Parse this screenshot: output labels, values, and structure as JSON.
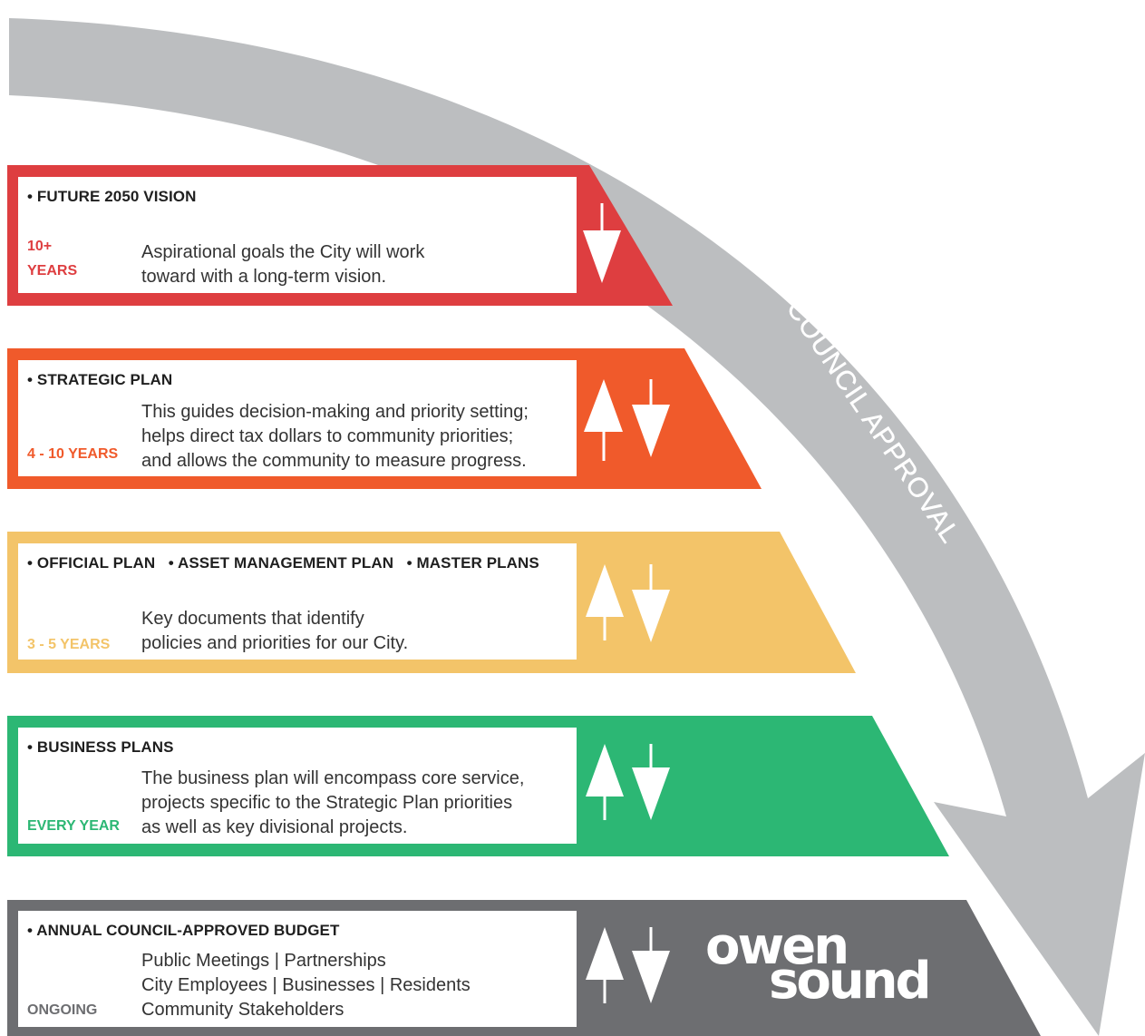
{
  "arrow_label": "COUNCIL APPROVAL",
  "colors": {
    "red": "#de3e40",
    "orange": "#f05a2b",
    "yellow": "#f3c469",
    "green": "#2cb774",
    "gray": "#6d6e71",
    "arc": "#bcbec0"
  },
  "tiers": [
    {
      "title": "• FUTURE 2050 VISION",
      "term_lines": [
        "10+",
        "YEARS"
      ],
      "description": [
        "Aspirational goals the City will work",
        "toward with a long-term vision."
      ],
      "arrows": "down"
    },
    {
      "title": "• STRATEGIC PLAN",
      "term_lines": [
        "4 - 10 YEARS"
      ],
      "description": [
        "This guides decision-making and priority setting;",
        "helps direct tax dollars to community priorities;",
        "and allows the community to measure progress."
      ],
      "arrows": "up-down"
    },
    {
      "title": "• OFFICIAL PLAN   • ASSET MANAGEMENT PLAN   • MASTER PLANS",
      "term_lines": [
        "3 - 5 YEARS"
      ],
      "description": [
        "Key documents that identify",
        "policies and priorities for our City."
      ],
      "arrows": "up-down"
    },
    {
      "title": "• BUSINESS PLANS",
      "term_lines": [
        "EVERY YEAR"
      ],
      "description": [
        "The business plan will encompass core service,",
        "projects specific to the Strategic Plan priorities",
        "as well as key divisional projects."
      ],
      "arrows": "up-down"
    },
    {
      "title": "• ANNUAL COUNCIL-APPROVED BUDGET",
      "term_lines": [
        "ONGOING"
      ],
      "description": [
        "Public Meetings | Partnerships",
        "City Employees | Businesses | Residents",
        "Community Stakeholders"
      ],
      "arrows": "up-down"
    }
  ],
  "logo": {
    "line1": "owen",
    "line2": "sound"
  }
}
